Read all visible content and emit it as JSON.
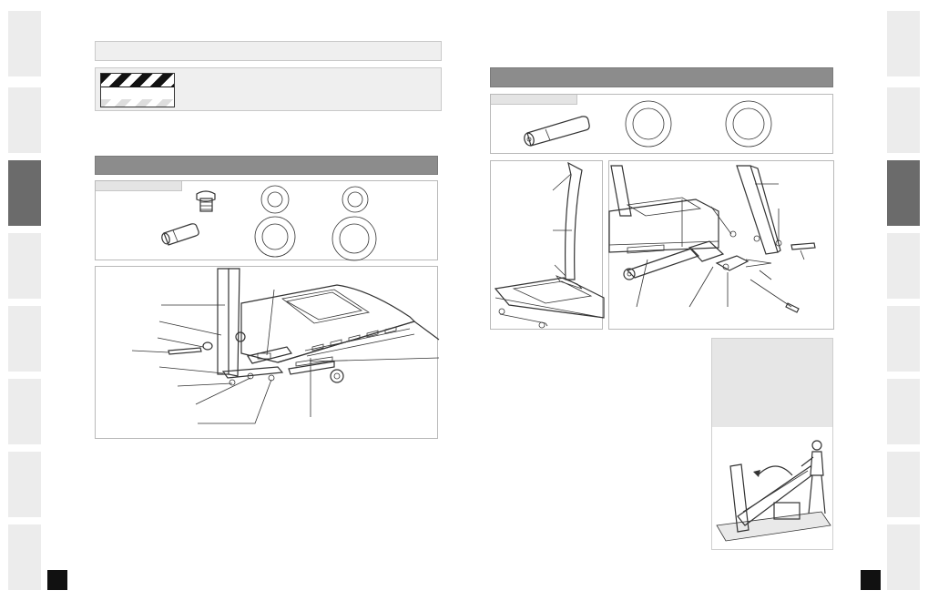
{
  "page": {
    "background": "#ffffff",
    "accent_dark_gray": "#8c8c8c",
    "tab_active_color": "#6b6b6b",
    "tab_inactive_color": "#ececec",
    "panel_border_color": "#b9b9b9"
  },
  "left_page": {
    "header_bar_text": "",
    "warning_box": {
      "icon": "hazard-stripes-icon",
      "text": ""
    },
    "section_bar_text": "",
    "hardware_panel": {
      "label": "",
      "parts": [
        "button-head-bolt-icon",
        "small-washer-icon",
        "small-washer-icon",
        "long-bolt-icon",
        "large-washer-icon",
        "large-washer-icon"
      ]
    },
    "assembly_figure": {
      "callouts": 7
    }
  },
  "right_page": {
    "section_bar_text": "",
    "hardware_panel": {
      "label": "",
      "parts": [
        "axle-bolt-icon",
        "large-washer-icon",
        "large-washer-icon"
      ]
    },
    "side_note_box": {
      "text": ""
    }
  },
  "side_tabs": {
    "left_active_index": 2,
    "right_active_index": 2,
    "count": 8
  }
}
